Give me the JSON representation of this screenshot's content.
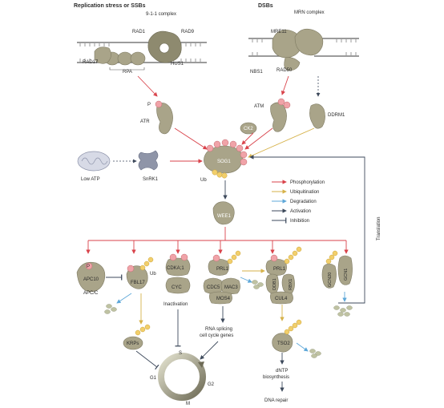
{
  "headers": {
    "left": "Replication stress or SSBs",
    "right": "DSBs"
  },
  "labels": {
    "complex_911": "9-1-1 complex",
    "rad1": "RAD1",
    "rad9": "RAD9",
    "rad17": "RAD17",
    "rpa": "RPA",
    "hus1": "HUS1",
    "mrn": "MRN complex",
    "mre11": "MRE11",
    "nbs1": "NBS1",
    "rad50": "RAD50",
    "p_atr": "P",
    "atr": "ATR",
    "atm": "ATM",
    "ck2": "CK2",
    "ddrm1": "DDRM1",
    "low_atp": "Low ATP",
    "snrk1": "SnRK1",
    "sog1": "SOG1",
    "ub_sog1": "Ub",
    "wee1": "WEE1",
    "translation": "Translation",
    "p_apc": "P",
    "apc10": "APC10",
    "apcc": "APC/C",
    "fbl17": "FBL17",
    "ub_fbl": "Ub",
    "krps": "KRPs",
    "cdka1": "CDKA;1",
    "cyc": "CYC",
    "inactivation": "Inactivation",
    "prl1_a": "PRL1",
    "cdc5": "CDC5",
    "mac3": "MAC3",
    "mos4": "MOS4",
    "rna_splicing": "RNA splicing",
    "cell_cycle_genes": "cell cycle genes",
    "prl1_b": "PRL1",
    "ddb1": "DDB1",
    "rbx1": "RBX1",
    "cul4": "CUL4",
    "gcn20": "GCN20",
    "gcn1": "GCN1",
    "tso2": "TSO2",
    "dntp": "dNTP",
    "biosynthesis": "biosynthesis",
    "dna_repair": "DNA repair",
    "phase_s": "S",
    "phase_g1": "G1",
    "phase_g2": "G2",
    "phase_m": "M"
  },
  "legend": [
    {
      "label": "Phosphorylation",
      "color": "#d9434b"
    },
    {
      "label": "Ubiquitination",
      "color": "#d6b24a"
    },
    {
      "label": "Degradation",
      "color": "#5fa8d9"
    },
    {
      "label": "Activation",
      "color": "#3e4a5c"
    },
    {
      "label": "Inhibition",
      "color": "#3e4a5c"
    }
  ],
  "colors": {
    "protein": "#a9a489",
    "phospho": "#f0a3a8",
    "ubiquitin": "#f2cf6b",
    "snrk1": "#8f95a8"
  }
}
